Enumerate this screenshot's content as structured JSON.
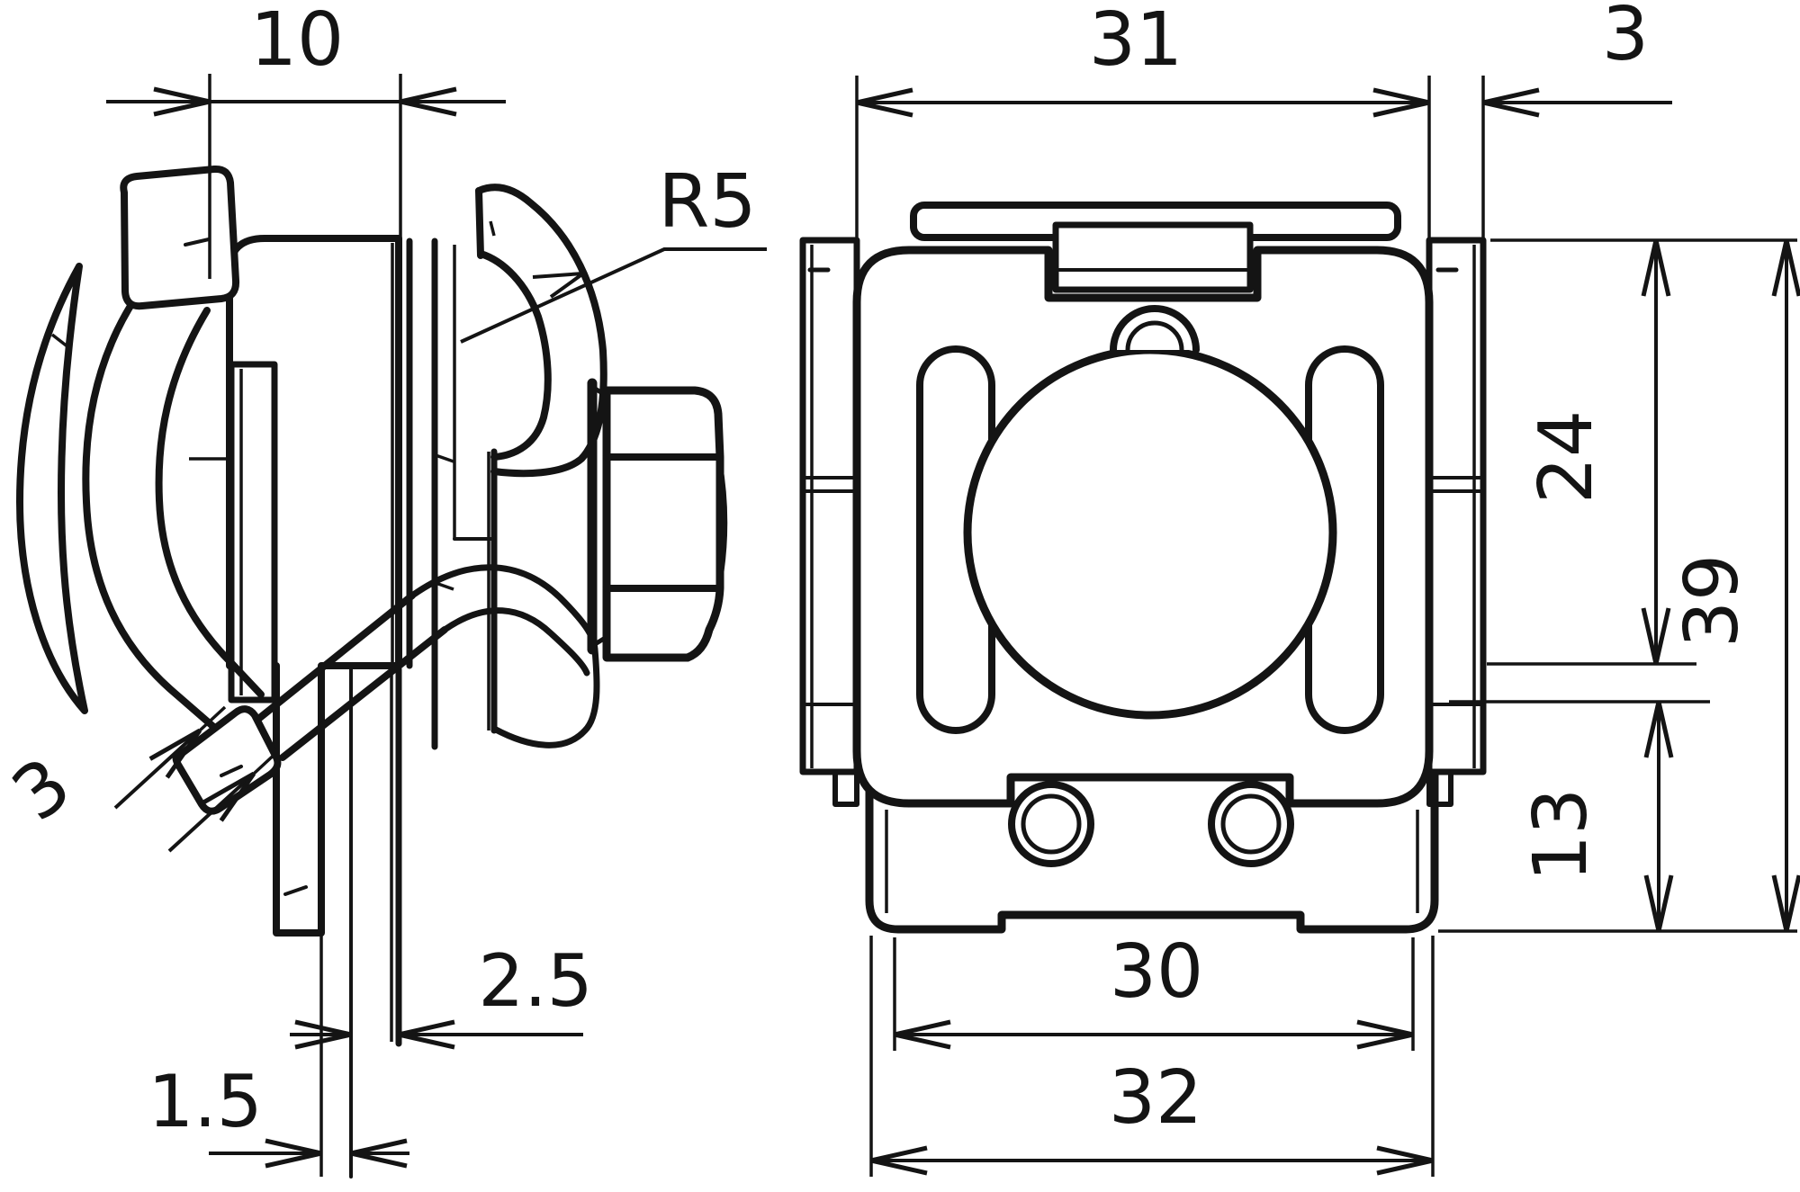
{
  "drawing": {
    "type": "technical-drawing",
    "description": "Two-view dimensioned drawing of a busbar clamp with spring clip, hex bolt, body and mounting bracket",
    "background_color": "#ffffff",
    "line_color": "#141414"
  },
  "views": {
    "side_view": {
      "name": "side view (left)"
    },
    "front_view": {
      "name": "front view (right)"
    }
  },
  "dimensions": {
    "side_overall_depth": "10",
    "side_clip_radius": "R5",
    "side_strip_thickness": "3",
    "side_plate_thickness": "2.5",
    "side_busbar_thickness": "1.5",
    "front_body_width": "31",
    "front_flange_width": "3",
    "front_upper_height": "24",
    "front_overall_height": "39",
    "front_lower_height": "13",
    "front_bracket_inner_width": "30",
    "front_bracket_outer_width": "32"
  }
}
